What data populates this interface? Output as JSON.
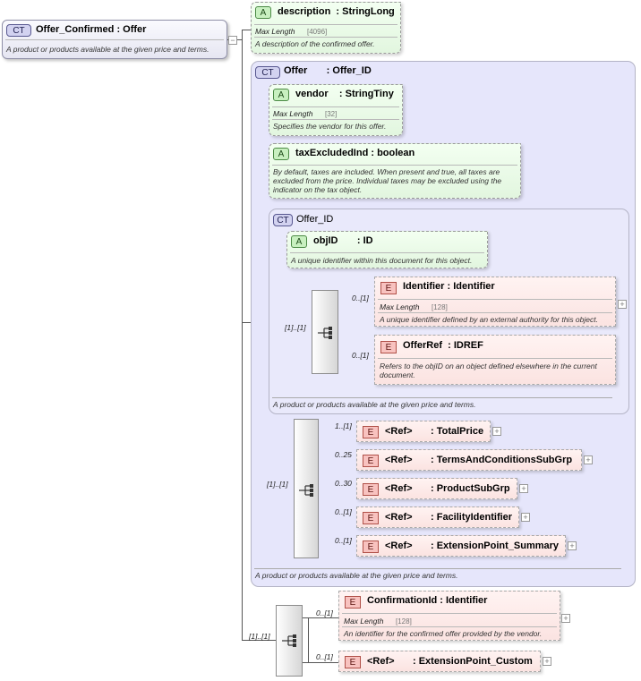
{
  "root": {
    "badge": "CT",
    "title": "Offer_Confirmed : Offer",
    "doc": "A product or products available at the given price and terms."
  },
  "description_attr": {
    "badge": "A",
    "title": "description  : StringLong",
    "facet_label": "Max Length",
    "facet_value": "[4096]",
    "doc": "A description of the confirmed offer."
  },
  "offer_ct": {
    "badge": "CT",
    "title": "Offer       : Offer_ID",
    "doc": "A product or products available at the given price and terms."
  },
  "vendor_attr": {
    "badge": "A",
    "title": "vendor    : StringTiny",
    "facet_label": "Max Length",
    "facet_value": "[32]",
    "doc": "Specifies the vendor for this offer."
  },
  "tax_attr": {
    "badge": "A",
    "title": "taxExcludedInd : boolean",
    "doc_line1": "By default, taxes are included.  When present and true, all taxes are",
    "doc_line2": "excluded from the price.  Individual taxes may be excluded using the",
    "doc_line3": "indicator on the tax object."
  },
  "offer_id_ct": {
    "badge": "CT",
    "title": "Offer_ID",
    "doc": "A product or products available at the given price and terms."
  },
  "objid_attr": {
    "badge": "A",
    "title": "objID       : ID",
    "doc": "A unique identifier within this document for this object."
  },
  "inner_seq": {
    "card": "[1]..[1]"
  },
  "identifier_el": {
    "badge": "E",
    "card": "0..[1]",
    "title": "Identifier : Identifier",
    "facet_label": "Max Length",
    "facet_value": "[128]",
    "doc": "A unique identifier defined by an external authority for this object."
  },
  "offerref_el": {
    "badge": "E",
    "card": "0..[1]",
    "title": "OfferRef  : IDREF",
    "doc_line1": "Refers to the objID on an object defined elsewhere in the current",
    "doc_line2": "document."
  },
  "mid_seq": {
    "card": "[1]..[1]"
  },
  "ref_items": [
    {
      "badge": "E",
      "card": "1..[1]",
      "ref": "<Ref>",
      "name": ": TotalPrice"
    },
    {
      "badge": "E",
      "card": "0..25",
      "ref": "<Ref>",
      "name": ": TermsAndConditionsSubGrp"
    },
    {
      "badge": "E",
      "card": "0..30",
      "ref": "<Ref>",
      "name": ": ProductSubGrp"
    },
    {
      "badge": "E",
      "card": "0..[1]",
      "ref": "<Ref>",
      "name": ": FacilityIdentifier"
    },
    {
      "badge": "E",
      "card": "0..[1]",
      "ref": "<Ref>",
      "name": ": ExtensionPoint_Summary"
    }
  ],
  "outer_seq": {
    "card": "[1]..[1]"
  },
  "confirmation_el": {
    "badge": "E",
    "card": "0..[1]",
    "title": "ConfirmationId : Identifier",
    "facet_label": "Max Length",
    "facet_value": "[128]",
    "doc": "An identifier for the confirmed offer provided by the vendor."
  },
  "extcustom_el": {
    "badge": "E",
    "card": "0..[1]",
    "ref": "<Ref>",
    "name": ": ExtensionPoint_Custom"
  },
  "icons": {
    "sequence": "sequence-compositor-icon",
    "expand": "expand-plus-icon"
  },
  "colors": {
    "attribute_bg": "#e2f6df",
    "element_bg": "#fbe3e1",
    "complex_type_bg": "#e6e6fb",
    "badge_attribute": "#c8f0c0",
    "badge_element": "#f8c2bf",
    "badge_complex_type": "#d2d2f0"
  }
}
